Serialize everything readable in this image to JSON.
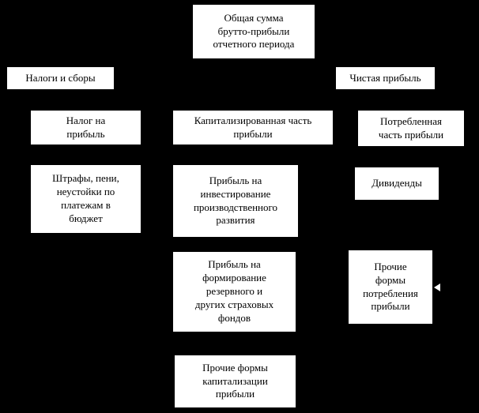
{
  "diagram": {
    "type": "flowchart",
    "background_color": "#000000",
    "node_fill_color": "#ffffff",
    "node_text_color": "#000000",
    "nodes": {
      "gross_profit": {
        "label": "Общая сумма\nбрутто-прибыли\nотчетного периода"
      },
      "taxes_fees": {
        "label": "Налоги и сборы"
      },
      "net_profit": {
        "label": "Чистая прибыль"
      },
      "profit_tax": {
        "label": "Налог на\nприбыль"
      },
      "capitalized_part": {
        "label": "Капитализированная часть\nприбыли"
      },
      "consumed_part": {
        "label": "Потребленная\nчасть прибыли"
      },
      "fines": {
        "label": "Штрафы, пени,\nнеустойки по\nплатежам в\nбюджет"
      },
      "investment_profit": {
        "label": "Прибыль на\nинвестирование\nпроизводственного\nразвития"
      },
      "dividends": {
        "label": "Дивиденды"
      },
      "reserve_funds": {
        "label": "Прибыль на\nформирование\nрезервного и\nдругих страховых\nфондов"
      },
      "other_consumption": {
        "label": "Прочие\nформы\nпотребления\nприбыли"
      },
      "other_capitalization": {
        "label": "Прочие формы\nкапитализации\nприбыли"
      }
    }
  }
}
